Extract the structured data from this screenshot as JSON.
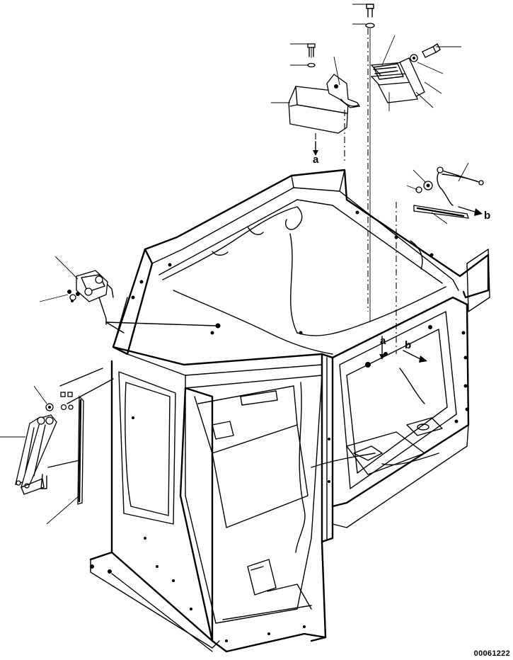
{
  "diagram": {
    "drawing_code": "00061222",
    "view_labels": [
      {
        "id": "a-upper",
        "text": "a"
      },
      {
        "id": "b-upper",
        "text": "b"
      },
      {
        "id": "a-lower",
        "text": "a"
      },
      {
        "id": "b-lower",
        "text": "b"
      }
    ]
  }
}
